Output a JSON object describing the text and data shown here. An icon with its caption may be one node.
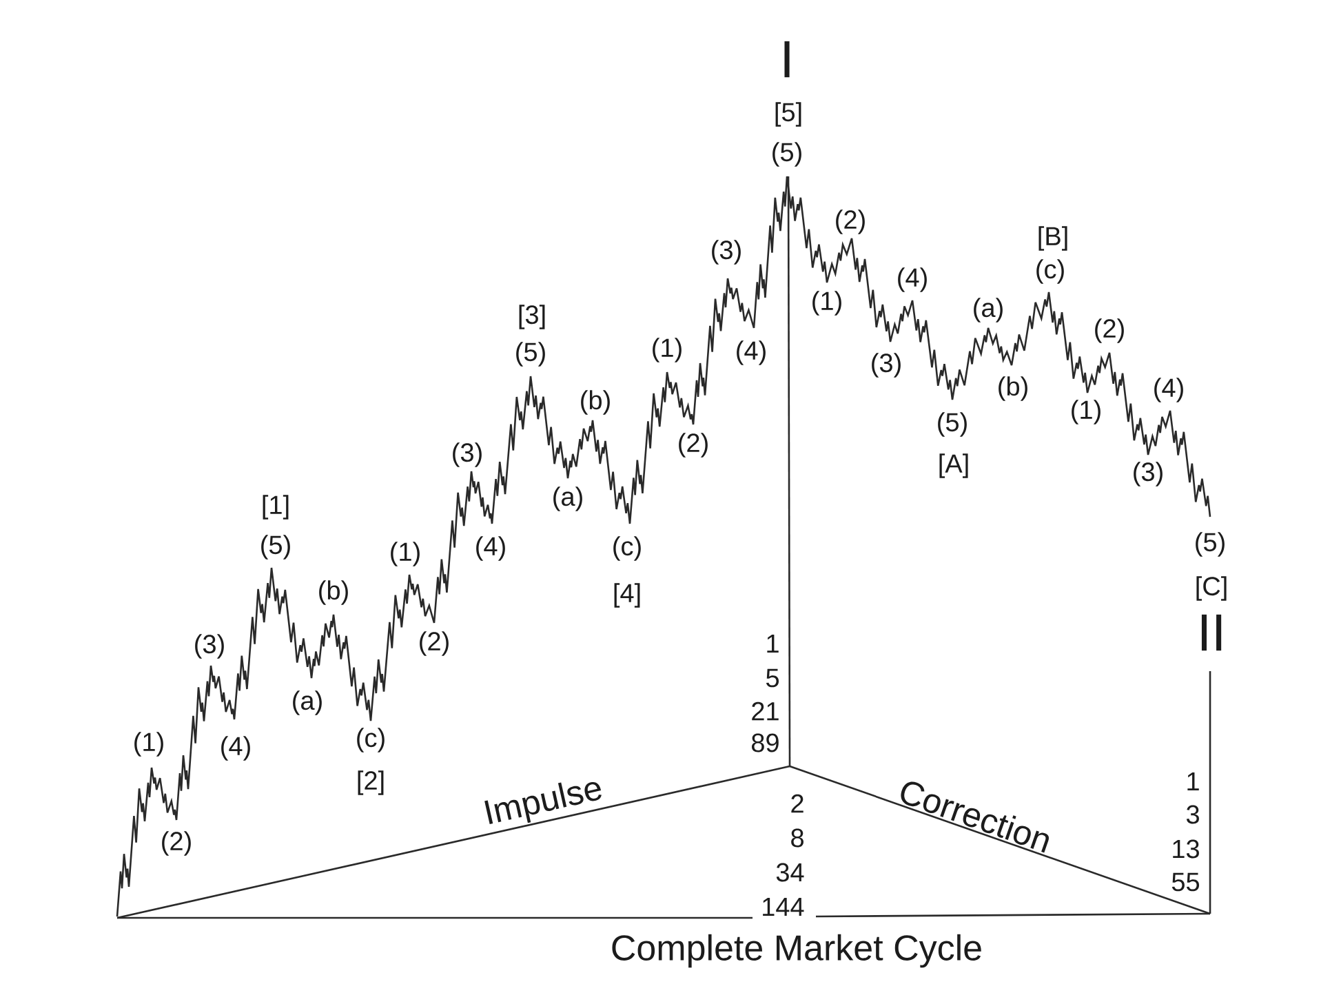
{
  "diagram": {
    "caption": "Complete Market Cycle",
    "labels": [
      "(1)",
      "(2)",
      "(3)",
      "(4)",
      "[1]",
      "(5)",
      "(a)",
      "(b)",
      "(c)",
      "[2]",
      "(1)",
      "(2)",
      "(3)",
      "(4)",
      "[3]",
      "(5)",
      "(a)",
      "(b)",
      "(c)",
      "[4]",
      "(1)",
      "(2)",
      "(3)",
      "(4)",
      "I",
      "[5]",
      "(5)",
      "(1)",
      "(2)",
      "(3)",
      "(4)",
      "(5)",
      "[A]",
      "(a)",
      "(b)",
      "[B]",
      "(c)",
      "(1)",
      "(2)",
      "(3)",
      "(4)",
      "(5)",
      "[C]",
      "II",
      "1",
      "5",
      "21",
      "89",
      "2",
      "8",
      "34",
      "144",
      "1",
      "3",
      "13",
      "55",
      "Impulse",
      "Correction"
    ]
  }
}
